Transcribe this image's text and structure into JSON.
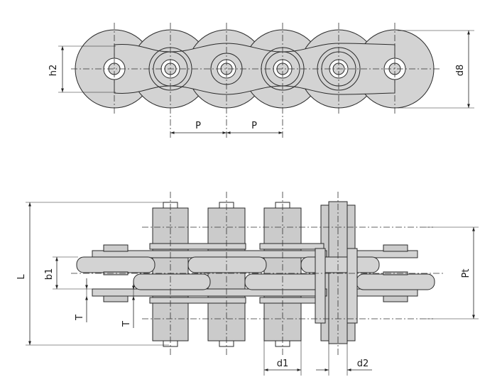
{
  "labels": {
    "h2": "h2",
    "d8": "d8",
    "p": "P",
    "l": "L",
    "b1": "b1",
    "t": "T",
    "pt": "Pt",
    "d1": "d1",
    "d2": "d2"
  },
  "colors": {
    "part_fill": "#d3d3d3",
    "outline": "#2a2a2a",
    "background": "#ffffff"
  }
}
